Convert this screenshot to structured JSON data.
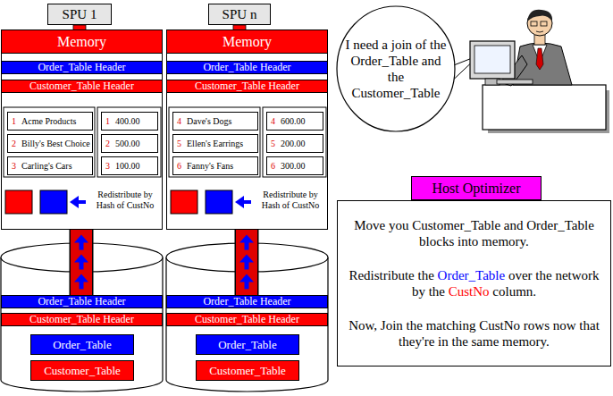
{
  "diagram": {
    "nodes": [
      {
        "text": [
          "SPU 1"
        ]
      },
      {
        "text": [
          "SPU n"
        ]
      },
      {
        "text": [
          "I need a join of the Order_Table and the Customer_Table"
        ]
      },
      {
        "text": [
          "Memory"
        ]
      },
      {
        "text": [
          "Order_Table Header"
        ],
        "in": 3
      },
      {
        "text": [
          "Customer_Table Header"
        ],
        "in": 3
      },
      {
        "text": [
          "1",
          "Acme Products"
        ],
        "in": 3
      },
      {
        "text": [
          "2",
          "Billy's  Best Choice"
        ],
        "in": 3
      },
      {
        "text": [
          "3",
          "Carling's Cars"
        ],
        "in": 3
      },
      {
        "text": [
          "1",
          "400.00"
        ],
        "in": 3
      },
      {
        "text": [
          "2",
          "500.00"
        ],
        "in": 3
      },
      {
        "text": [
          "3",
          "100.00"
        ],
        "in": 3
      },
      {
        "text": [
          "Memory"
        ]
      },
      {
        "text": [
          "Order_Table Header"
        ],
        "in": 12
      },
      {
        "text": [
          "Customer_Table Header"
        ],
        "in": 12
      },
      {
        "text": [
          "4",
          "Dave's Dogs"
        ],
        "in": 12
      },
      {
        "text": [
          "5",
          "Ellen's Earrings"
        ],
        "in": 12
      },
      {
        "text": [
          "6",
          "Fanny's Fans"
        ],
        "in": 12
      },
      {
        "text": [
          "4",
          "600.00"
        ],
        "in": 12
      },
      {
        "text": [
          "5",
          "200.00"
        ],
        "in": 12
      },
      {
        "text": [
          "6",
          "300.00"
        ],
        "in": 12
      },
      {
        "text": [
          "Host Optimizer"
        ]
      },
      {
        "text": [
          "Move you Customer_Table and Order_Table blocks into memory.",
          "Redistribute the",
          "Order_Table",
          "over the network by the",
          "CustNo",
          "column.",
          "Now, Join the matching CustNo rows now that they're in the same memory."
        ]
      },
      {
        "text": [
          "Order_Table Header"
        ]
      },
      {
        "text": [
          "Customer_Table Header"
        ]
      },
      {
        "text": [
          "Order_Table"
        ]
      },
      {
        "text": [
          "Customer_Table"
        ]
      },
      {
        "text": [
          "Order_Table Header"
        ]
      },
      {
        "text": [
          "Customer_Table Header"
        ]
      },
      {
        "text": [
          "Order_Table"
        ]
      },
      {
        "text": [
          "Customer_Table"
        ]
      }
    ],
    "edges": [
      {
        "from": 23,
        "to": 3,
        "arrow": "to"
      },
      {
        "from": 27,
        "to": 12,
        "arrow": "to"
      }
    ],
    "labels": [
      "Redistribute by Hash of CustNo",
      "Redistribute by Hash of CustNo"
    ]
  }
}
